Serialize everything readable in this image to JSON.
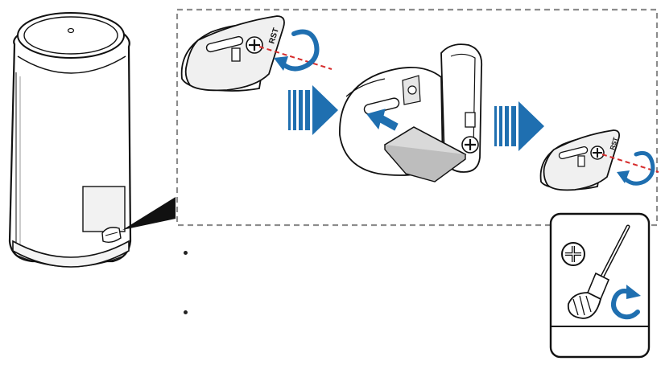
{
  "cap_label": "RST",
  "colors": {
    "arrow_blue": "#1f6fb0",
    "line": "#111111",
    "dash_gray": "#8c8c8c",
    "red_dashed": "#d62c2c",
    "card_fill": "#d9d9d9",
    "fill_light": "#e6e6e6"
  },
  "icons": [
    "camera-body",
    "phillips-screw-icon",
    "rotate-arrow-icon",
    "push-arrow-icon",
    "screwdriver-icon",
    "sd-card"
  ]
}
